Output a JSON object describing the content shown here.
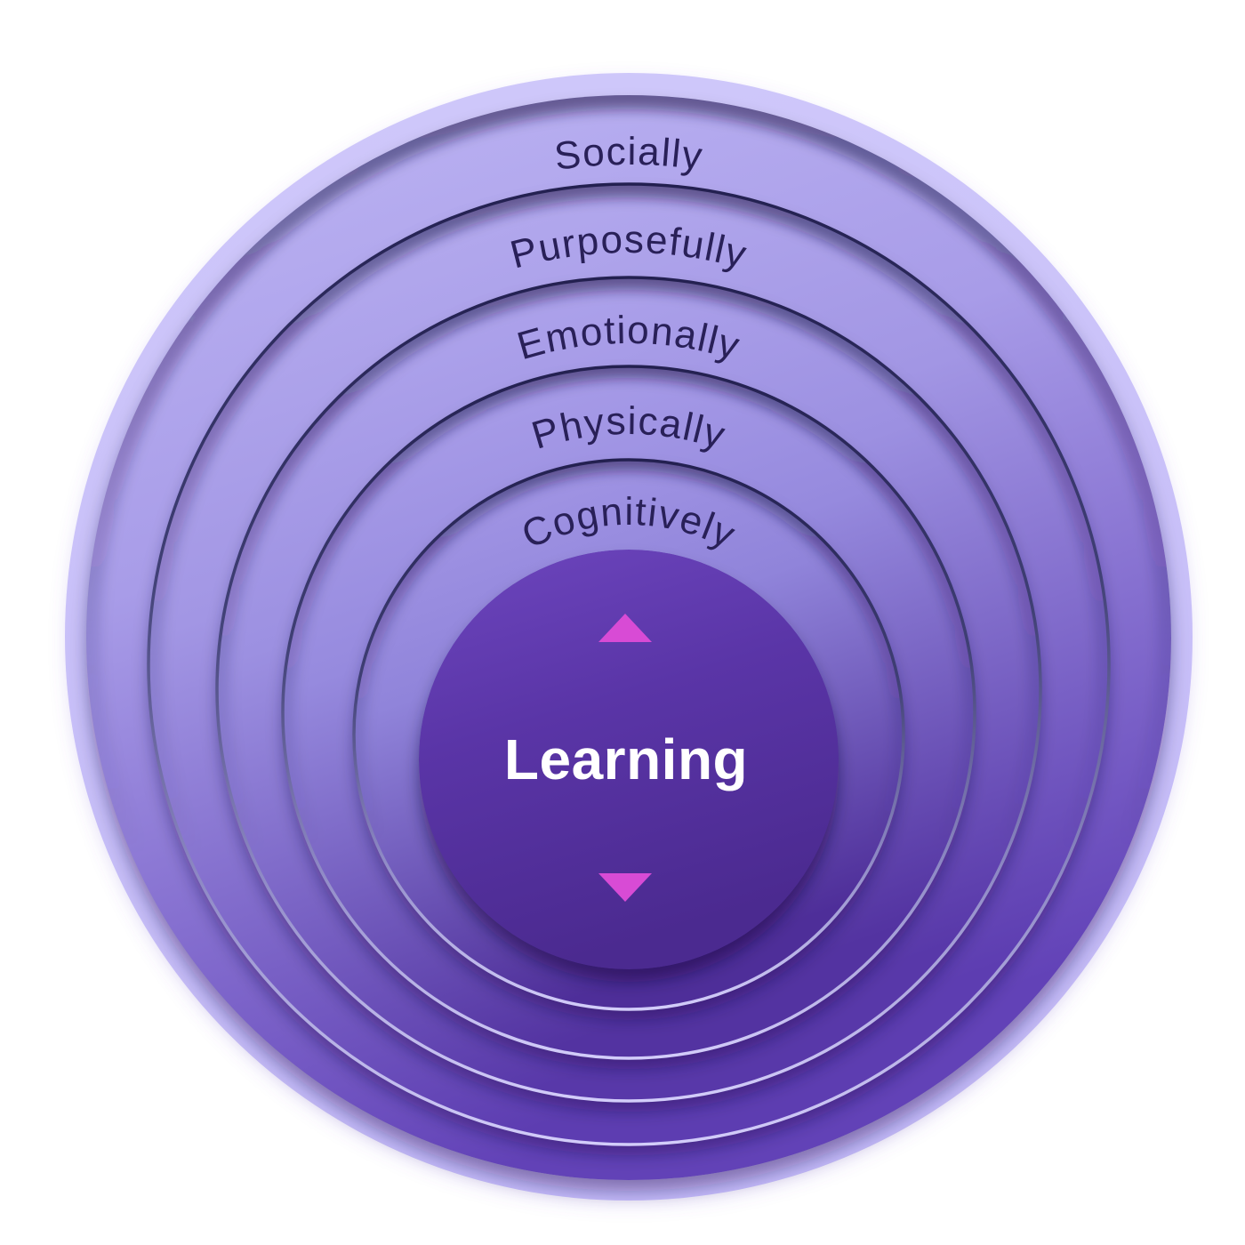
{
  "diagram": {
    "type": "concentric-rings",
    "rings": [
      {
        "label": "Socially"
      },
      {
        "label": "Purposefully"
      },
      {
        "label": "Emotionally"
      },
      {
        "label": "Physically"
      },
      {
        "label": "Cognitively"
      }
    ],
    "center": {
      "label": "Learning",
      "arrows": [
        "up",
        "down"
      ]
    },
    "colors": {
      "background": "#ffffff",
      "halo": "#c8bff8",
      "ring_fill_top": "#beb6f4",
      "ring_fill_bottom": "#5b39ad",
      "ring_line_top": "#232050",
      "ring_line_bottom": "#d3cdfa",
      "center_fill_top": "#6d46be",
      "center_fill_bottom": "#4b2a90",
      "label_text": "#292058",
      "center_text": "#ffffff",
      "arrow": "#d84bd5"
    }
  }
}
